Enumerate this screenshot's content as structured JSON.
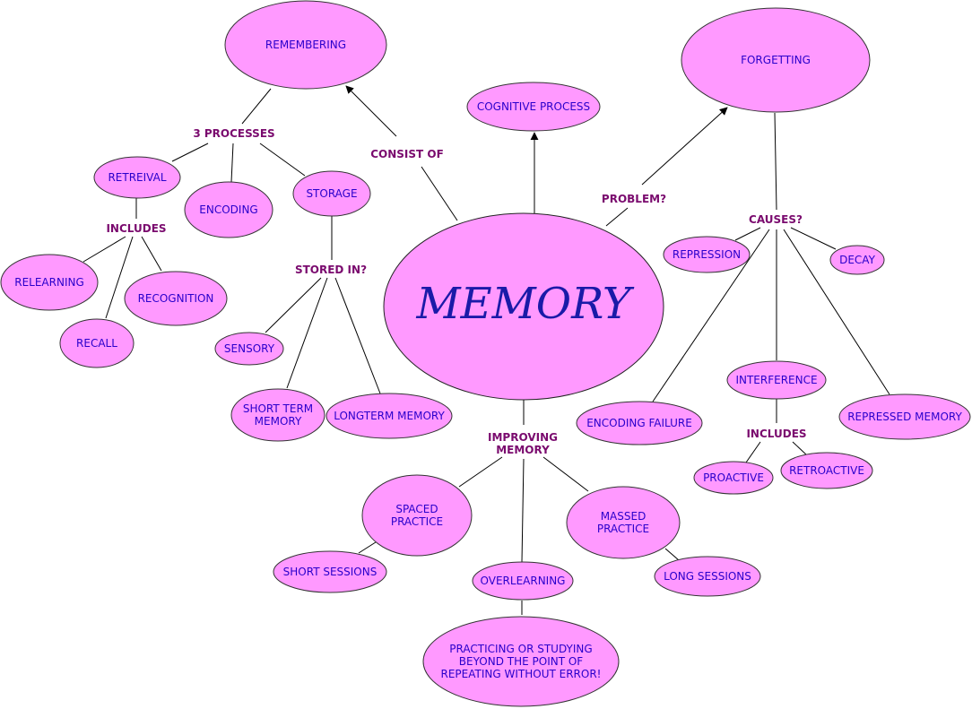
{
  "nodes": {
    "memory": [
      "MEMORY"
    ],
    "remembering": [
      "REMEMBERING"
    ],
    "cognitive": [
      "COGNITIVE PROCESS"
    ],
    "forgetting": [
      "FORGETTING"
    ],
    "retreival": [
      "RETREIVAL"
    ],
    "encoding": [
      "ENCODING"
    ],
    "storage": [
      "STORAGE"
    ],
    "relearning": [
      "RELEARNING"
    ],
    "recall": [
      "RECALL"
    ],
    "recognition": [
      "RECOGNITION"
    ],
    "sensory": [
      "SENSORY"
    ],
    "shortterm": [
      "SHORT TERM",
      "MEMORY"
    ],
    "longterm": [
      "LONGTERM MEMORY"
    ],
    "repression": [
      "REPRESSION"
    ],
    "decay": [
      "DECAY"
    ],
    "interference": [
      "INTERFERENCE"
    ],
    "encodingfailure": [
      "ENCODING FAILURE"
    ],
    "repressedmemory": [
      "REPRESSED MEMORY"
    ],
    "proactive": [
      "PROACTIVE"
    ],
    "retroactive": [
      "RETROACTIVE"
    ],
    "spaced": [
      "SPACED",
      "PRACTICE"
    ],
    "massed": [
      "MASSED",
      "PRACTICE"
    ],
    "overlearning": [
      "OVERLEARNING"
    ],
    "shortsessions": [
      "SHORT SESSIONS"
    ],
    "longsessions": [
      "LONG SESSIONS"
    ],
    "practicing": [
      "PRACTICING OR STUDYING",
      "BEYOND THE POINT OF",
      "REPEATING WITHOUT ERROR!"
    ]
  },
  "labels": {
    "consist_of": [
      "CONSIST OF"
    ],
    "three_processes": [
      "3 PROCESSES"
    ],
    "includes_retrieval": [
      "INCLUDES"
    ],
    "stored_in": [
      "STORED IN?"
    ],
    "problem": [
      "PROBLEM?"
    ],
    "causes": [
      "CAUSES?"
    ],
    "includes_interference": [
      "INCLUDES"
    ],
    "improving_memory": [
      "IMPROVING",
      "MEMORY"
    ]
  },
  "colors": {
    "node_fill": "#ff99ff",
    "node_text": "#2a00cc",
    "label_text": "#7a0a6e",
    "center_text": "#1a1aa8"
  }
}
